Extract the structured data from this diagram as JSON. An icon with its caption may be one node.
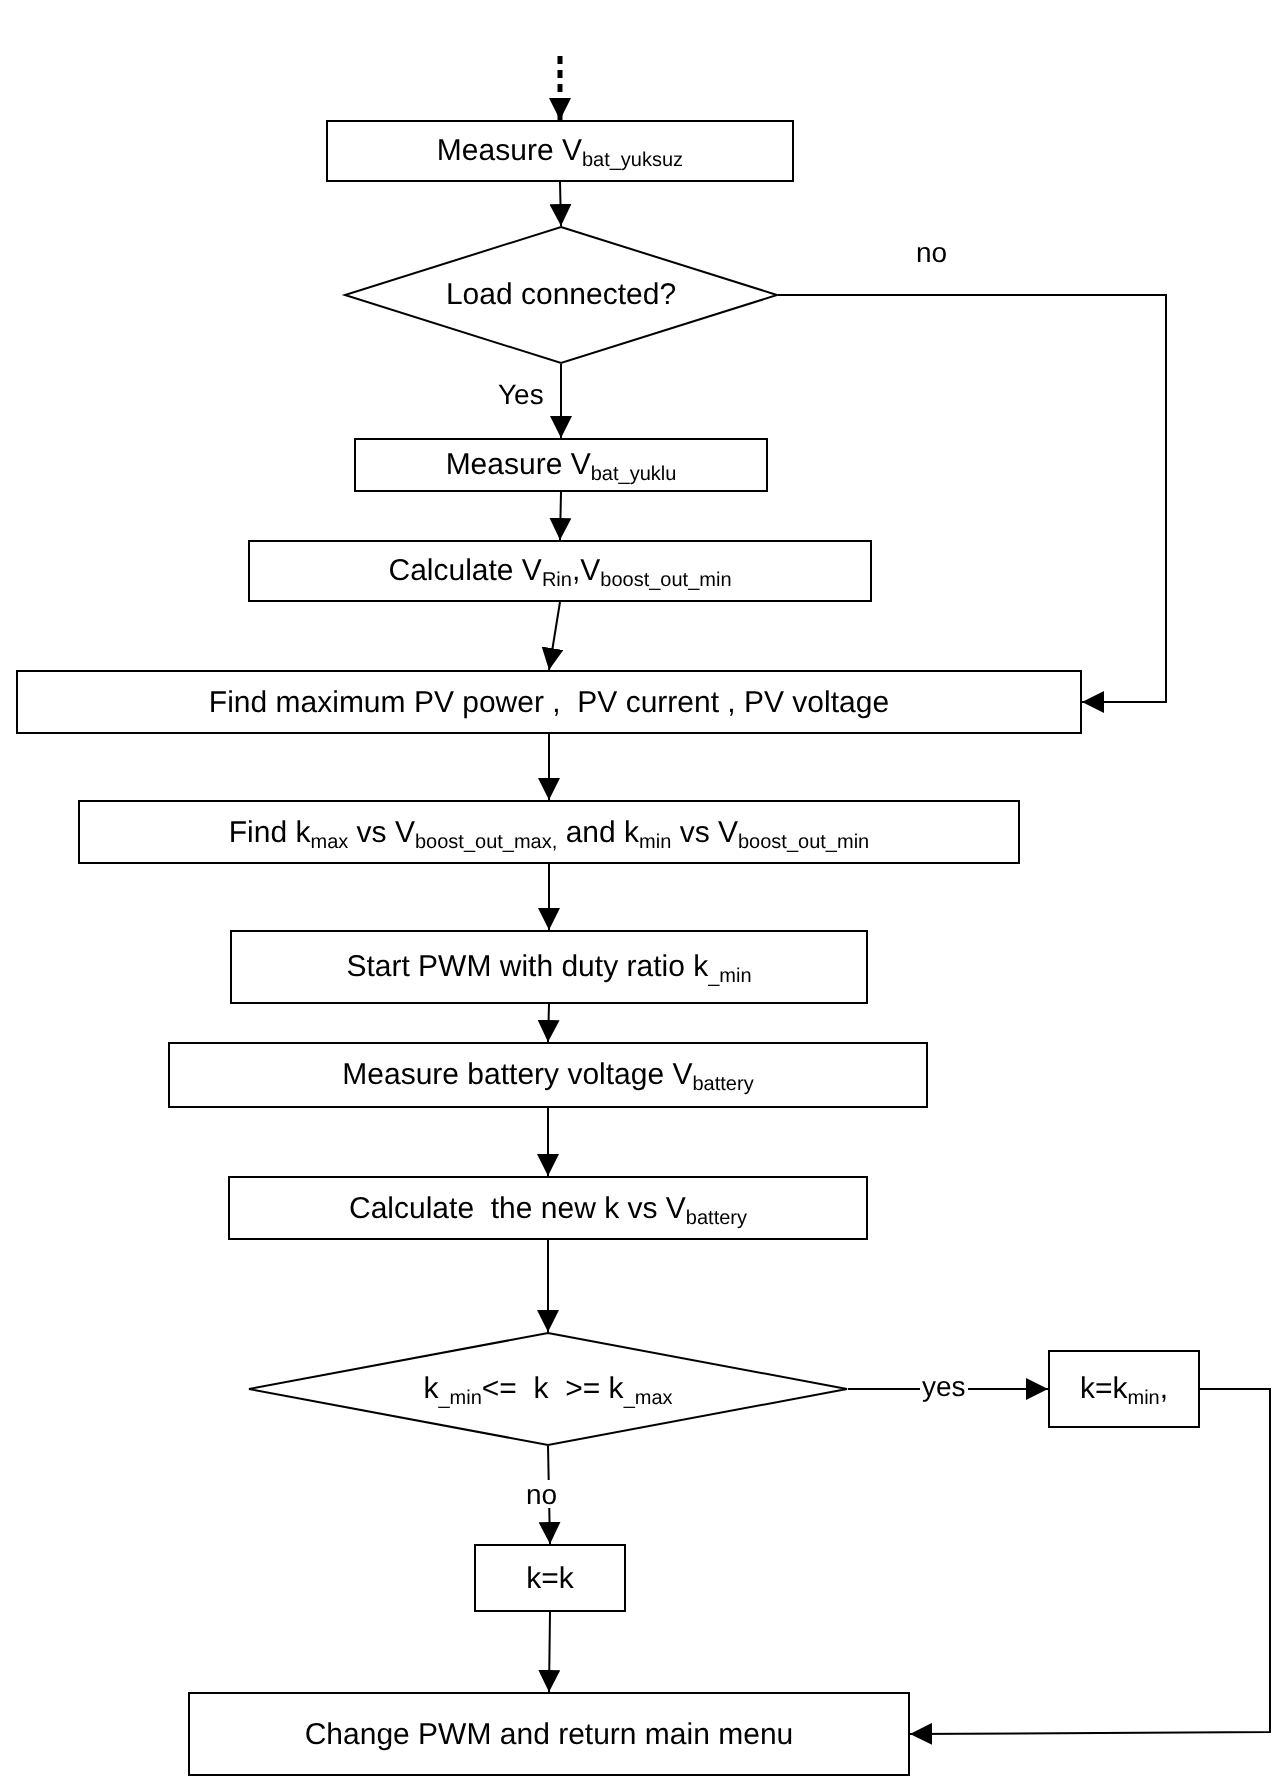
{
  "diagram": {
    "nodes": [
      {
        "text": [
          "Measure V$_{bat_yuksuz}$"
        ]
      },
      {
        "text": [
          "Load connected?"
        ]
      },
      {
        "text": [
          "Measure V$_{bat_yuklu}$"
        ]
      },
      {
        "text": [
          "Calculate V$_{Rin}$,V$_{boost_out_min}$"
        ]
      },
      {
        "text": [
          "Find maximum PV power ,  PV current , PV voltage"
        ]
      },
      {
        "text": [
          "Find k$_{max}$ vs V$_{boost_out_max,}$ and k$_{min}$ vs V$_{boost_out_min}$"
        ]
      },
      {
        "text": [
          "Start PWM with duty ratio k$_{_min}$"
        ]
      },
      {
        "text": [
          "Measure battery voltage V$_{battery}$"
        ]
      },
      {
        "text": [
          "Calculate  the new k vs V$_{battery}$"
        ]
      },
      {
        "text": [
          "k$_{_min}$<=  k  >= k$_{_max}$"
        ]
      },
      {
        "text": [
          "k=k$_{min}$,"
        ]
      },
      {
        "text": [
          "k=k"
        ]
      },
      {
        "text": [
          "Change PWM and return main menu"
        ]
      }
    ],
    "edges": [
      {
        "from": null,
        "to": 0,
        "arrow": "to",
        "style": "dashed"
      },
      {
        "from": 0,
        "to": 1,
        "arrow": "to"
      },
      {
        "from": 1,
        "to": 2,
        "arrow": "to",
        "label": "Yes"
      },
      {
        "from": 1,
        "to": 4,
        "arrow": "to",
        "label": "no"
      },
      {
        "from": 2,
        "to": 3,
        "arrow": "to"
      },
      {
        "from": 3,
        "to": 4,
        "arrow": "to"
      },
      {
        "from": 4,
        "to": 5,
        "arrow": "to"
      },
      {
        "from": 5,
        "to": 6,
        "arrow": "to"
      },
      {
        "from": 6,
        "to": 7,
        "arrow": "to"
      },
      {
        "from": 7,
        "to": 8,
        "arrow": "to"
      },
      {
        "from": 8,
        "to": 9,
        "arrow": "to"
      },
      {
        "from": 9,
        "to": 10,
        "arrow": "to",
        "label": "yes"
      },
      {
        "from": 9,
        "to": 11,
        "arrow": "to",
        "label": "no"
      },
      {
        "from": 11,
        "to": 12,
        "arrow": "to"
      },
      {
        "from": 10,
        "to": 12,
        "arrow": "to"
      }
    ]
  }
}
